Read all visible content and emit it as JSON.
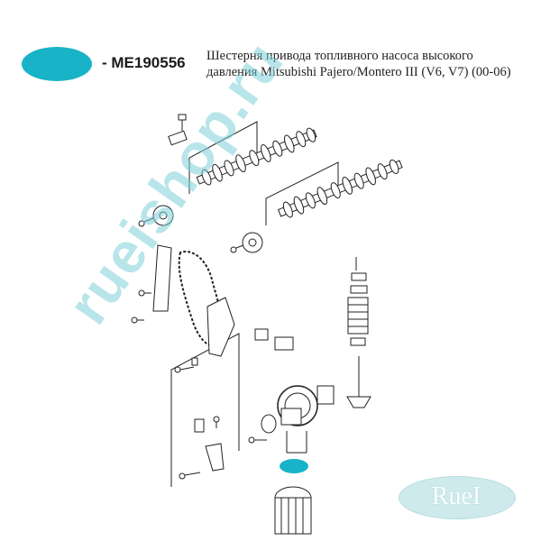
{
  "header": {
    "part_code": "- ME190556",
    "desc_line1": "Шестерня привода топливного насоса высокого",
    "desc_line2": "давления  Mitsubishi Pajero/Montero III (V6, V7) (00-06)",
    "marker_color": "#19b3c8"
  },
  "watermark": {
    "text": "rueishop.ru"
  },
  "logo": {
    "text": "RueI"
  }
}
